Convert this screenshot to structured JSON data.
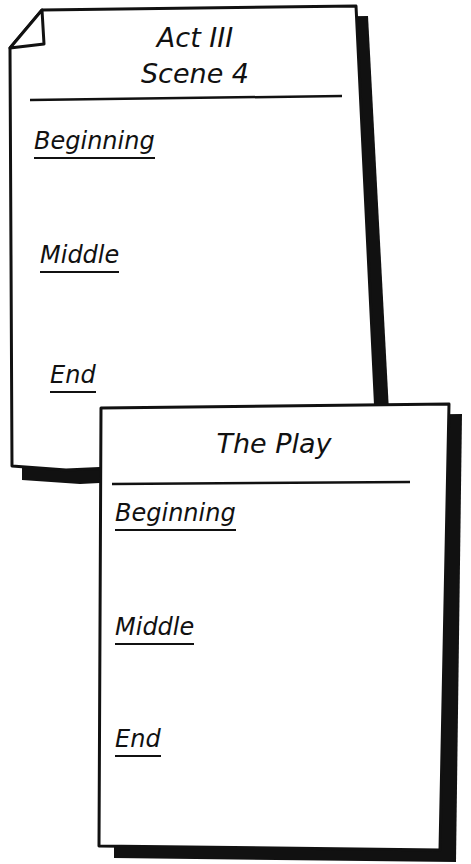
{
  "diagram": {
    "nodes": [
      {
        "text": [
          "Act III Scene 4",
          "Beginning",
          "Middle",
          "End"
        ]
      },
      {
        "text": [
          "The Play",
          "Beginning",
          "Middle",
          "End"
        ]
      }
    ]
  }
}
